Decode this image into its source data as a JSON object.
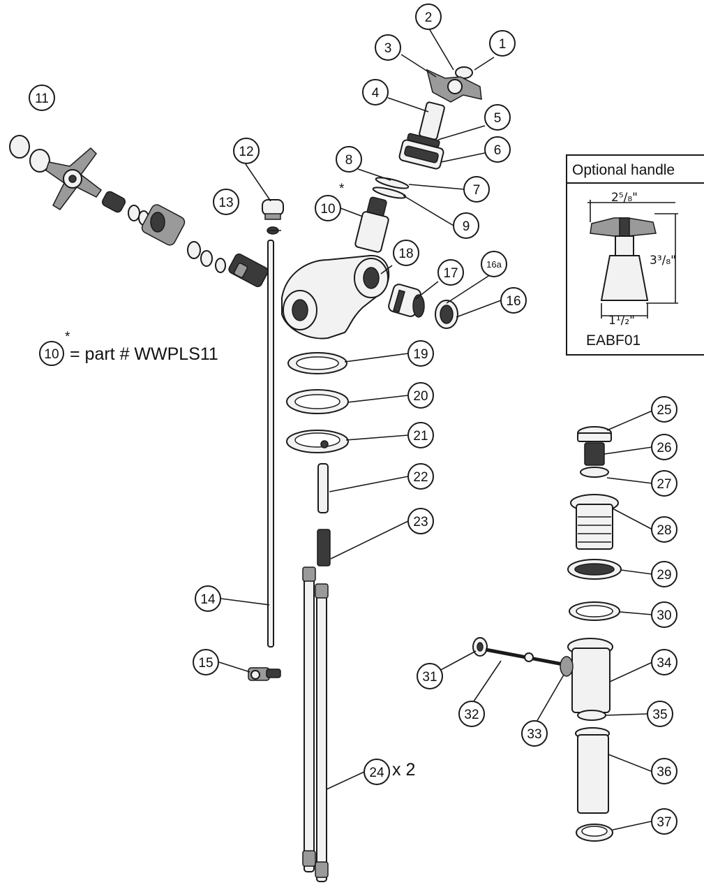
{
  "callouts": [
    {
      "id": "1",
      "label": "1"
    },
    {
      "id": "2",
      "label": "2"
    },
    {
      "id": "3",
      "label": "3"
    },
    {
      "id": "4",
      "label": "4"
    },
    {
      "id": "5",
      "label": "5"
    },
    {
      "id": "6",
      "label": "6"
    },
    {
      "id": "7",
      "label": "7"
    },
    {
      "id": "8",
      "label": "8"
    },
    {
      "id": "9",
      "label": "9"
    },
    {
      "id": "10",
      "label": "10"
    },
    {
      "id": "11",
      "label": "11"
    },
    {
      "id": "12",
      "label": "12"
    },
    {
      "id": "13",
      "label": "13"
    },
    {
      "id": "14",
      "label": "14"
    },
    {
      "id": "15",
      "label": "15"
    },
    {
      "id": "16",
      "label": "16"
    },
    {
      "id": "16a",
      "label": "16a"
    },
    {
      "id": "17",
      "label": "17"
    },
    {
      "id": "18",
      "label": "18"
    },
    {
      "id": "19",
      "label": "19"
    },
    {
      "id": "20",
      "label": "20"
    },
    {
      "id": "21",
      "label": "21"
    },
    {
      "id": "22",
      "label": "22"
    },
    {
      "id": "23",
      "label": "23"
    },
    {
      "id": "24",
      "label": "24"
    },
    {
      "id": "25",
      "label": "25"
    },
    {
      "id": "26",
      "label": "26"
    },
    {
      "id": "27",
      "label": "27"
    },
    {
      "id": "28",
      "label": "28"
    },
    {
      "id": "29",
      "label": "29"
    },
    {
      "id": "30",
      "label": "30"
    },
    {
      "id": "31",
      "label": "31"
    },
    {
      "id": "32",
      "label": "32"
    },
    {
      "id": "33",
      "label": "33"
    },
    {
      "id": "34",
      "label": "34"
    },
    {
      "id": "35",
      "label": "35"
    },
    {
      "id": "36",
      "label": "36"
    },
    {
      "id": "37",
      "label": "37"
    }
  ],
  "asterisk": "*",
  "note": {
    "number": "10",
    "asterisk": "*",
    "text": "= part # WWPLS11"
  },
  "qty_note": "x 2",
  "optional_handle": {
    "title": "Optional handle",
    "dim_width": "2⁵/₈\"",
    "dim_height": "3³/₈\"",
    "dim_base": "1¹/₂\"",
    "model": "EABF01"
  }
}
